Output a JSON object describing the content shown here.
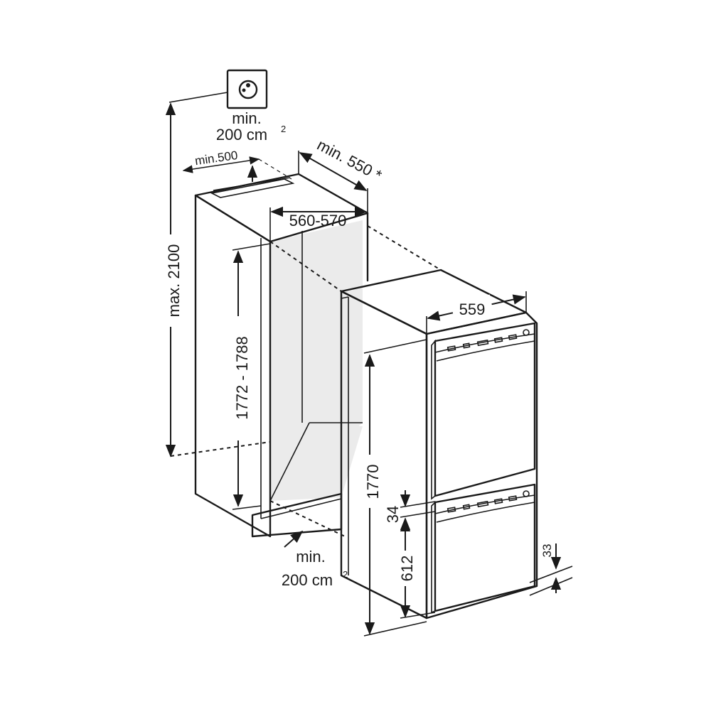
{
  "labels": {
    "vent_top_min": "min.",
    "vent_top_area": "200 cm",
    "vent_top_sup": "2",
    "top_clearance": "min.500",
    "niche_depth": "min. 550 *",
    "niche_width": "560-570",
    "max_height": "max. 2100",
    "niche_height": "1772 - 1788",
    "appliance_width": "559",
    "appliance_height": "1770",
    "door_gap": "34",
    "lower_door": "612",
    "plinth": "33",
    "vent_bottom_min": "min.",
    "vent_bottom_area": "200 cm",
    "vent_bottom_sup": "2"
  },
  "icons": {
    "socket": "power-socket-icon"
  },
  "colors": {
    "line": "#1a1a1a",
    "inner_panel": "#ebebeb",
    "background": "#ffffff"
  }
}
